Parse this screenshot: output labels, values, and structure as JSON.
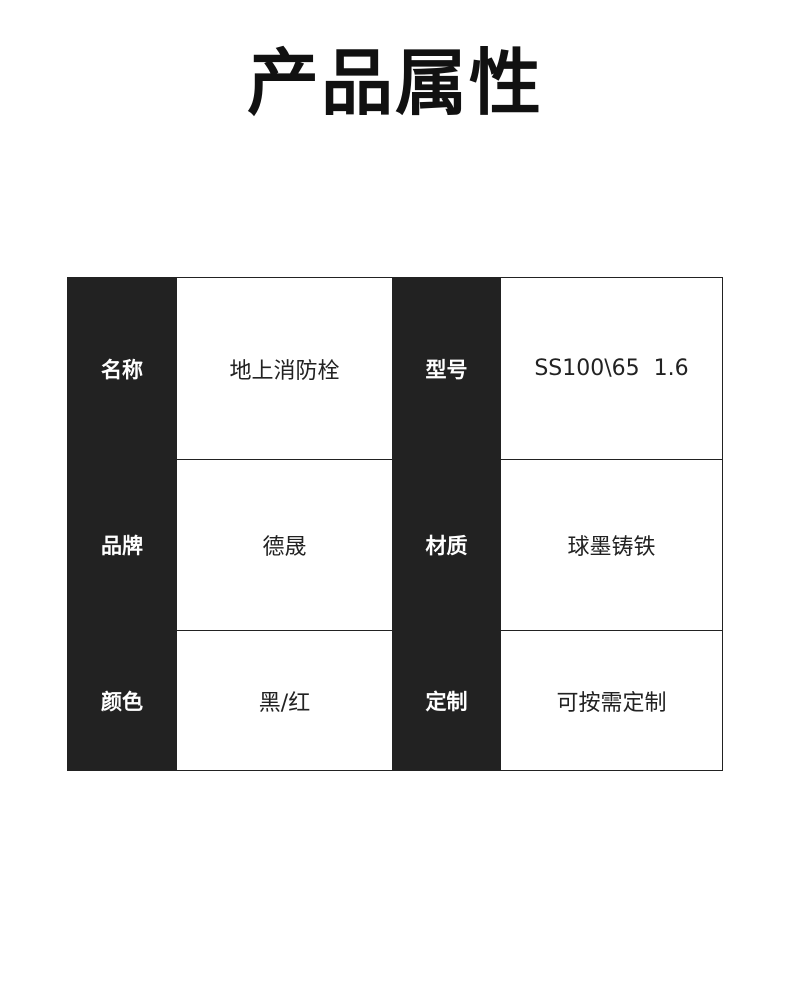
{
  "page": {
    "title": "产品属性"
  },
  "attributes": [
    {
      "label": "名称",
      "value": "地上消防栓"
    },
    {
      "label": "型号",
      "value": "SS100\\65  1.6"
    },
    {
      "label": "品牌",
      "value": "德晟"
    },
    {
      "label": "材质",
      "value": "球墨铸铁"
    },
    {
      "label": "颜色",
      "value": "黑/红"
    },
    {
      "label": "定制",
      "value": "可按需定制"
    }
  ],
  "colors": {
    "label_background": "#222222",
    "label_text": "#ffffff",
    "value_background": "#ffffff",
    "value_text": "#222222"
  }
}
